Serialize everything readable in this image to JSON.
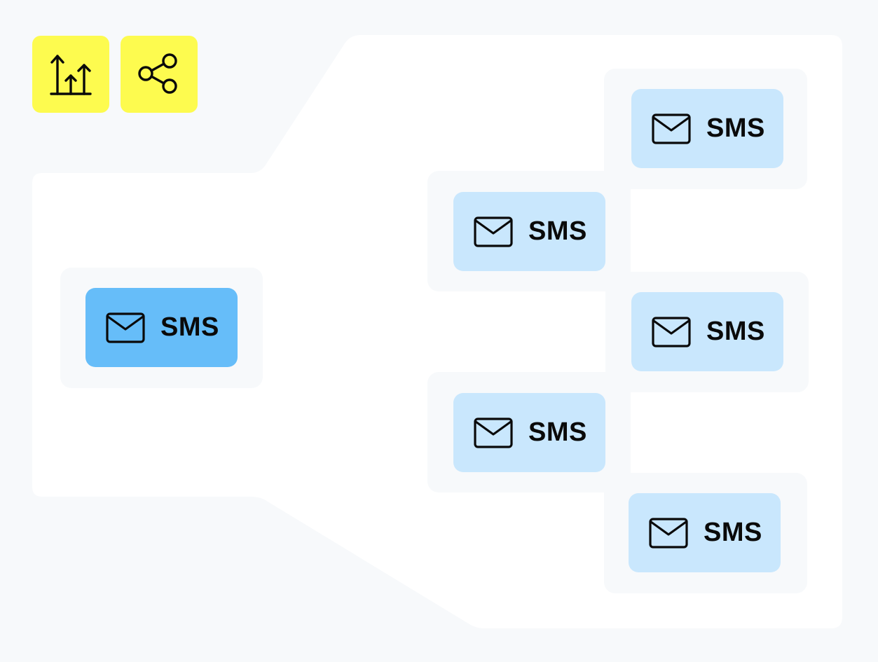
{
  "colors": {
    "background": "#f7f9fb",
    "panel": "#ffffff",
    "toolbar_button": "#fdfb4f",
    "node_primary": "#66bdf9",
    "node_secondary": "#c9e7fd",
    "icon_stroke": "#0a0a0a"
  },
  "toolbar": {
    "buttons": [
      {
        "icon": "bar-chart-up-arrows-icon"
      },
      {
        "icon": "share-icon"
      }
    ]
  },
  "nodes": {
    "source": {
      "label": "SMS",
      "icon": "envelope-icon",
      "state": "selected"
    },
    "targets": [
      {
        "label": "SMS",
        "icon": "envelope-icon"
      },
      {
        "label": "SMS",
        "icon": "envelope-icon"
      },
      {
        "label": "SMS",
        "icon": "envelope-icon"
      },
      {
        "label": "SMS",
        "icon": "envelope-icon"
      },
      {
        "label": "SMS",
        "icon": "envelope-icon"
      }
    ]
  }
}
